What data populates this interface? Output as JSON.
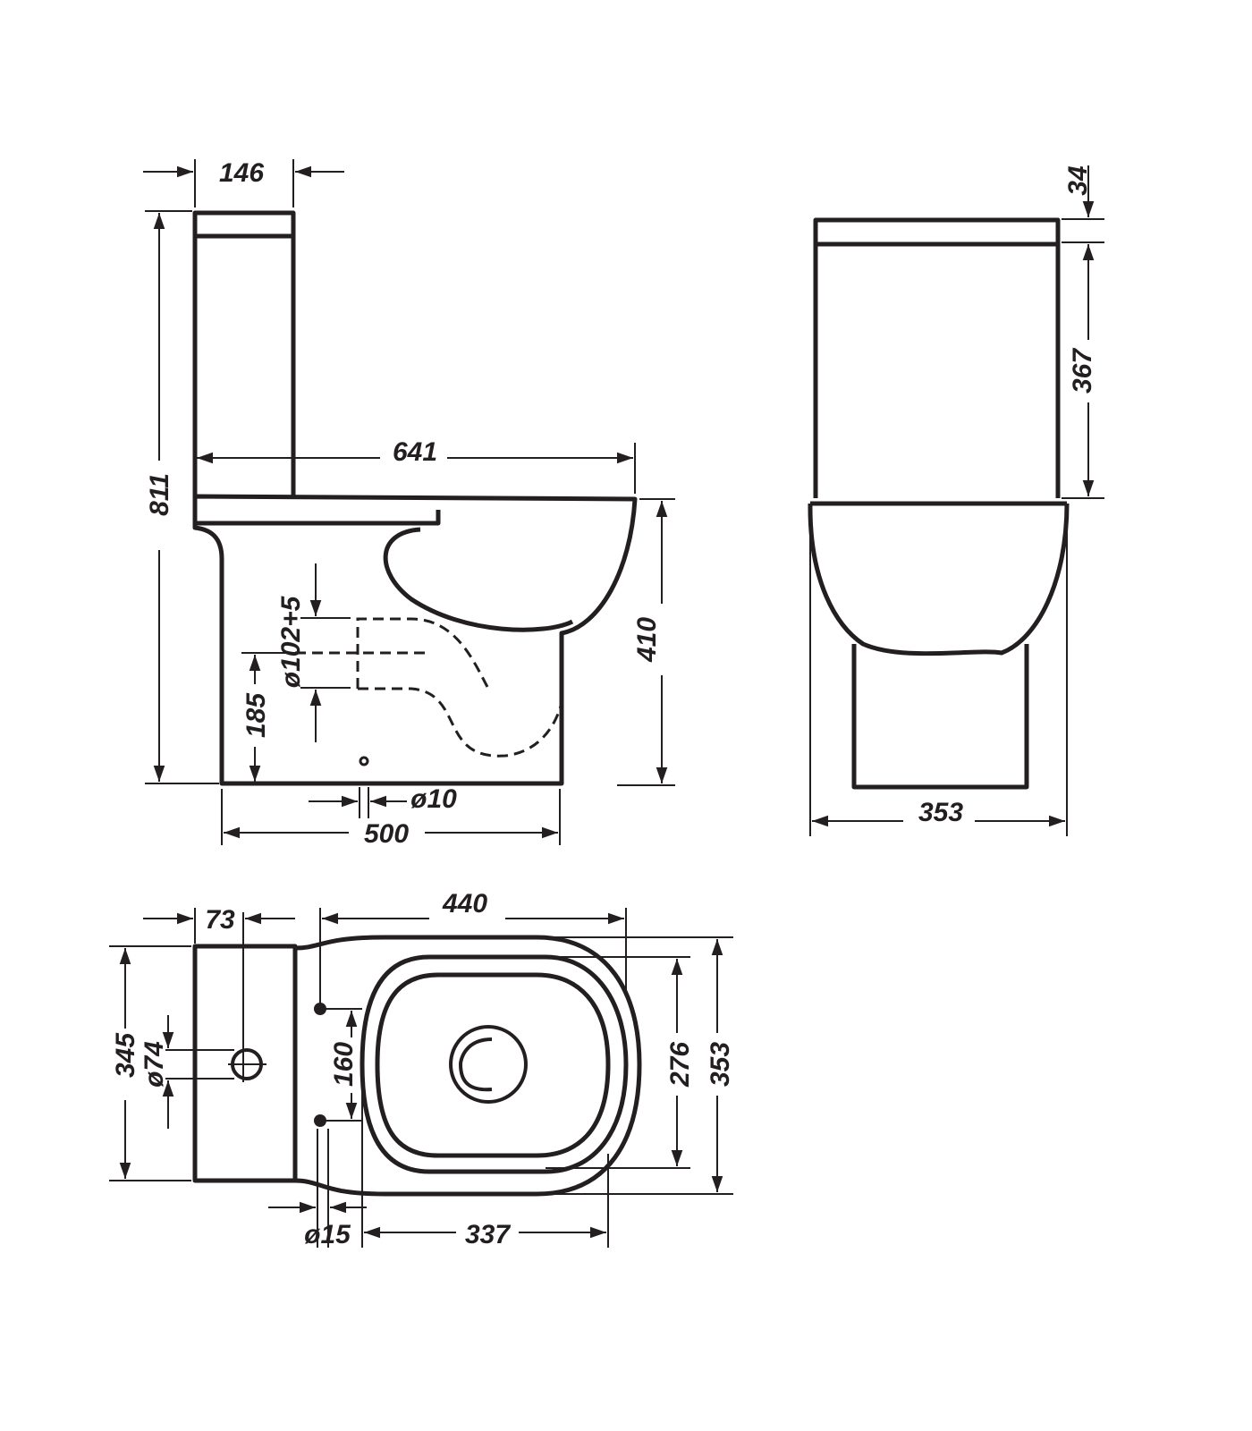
{
  "title": "Close-coupled toilet dimension drawing",
  "side_view": {
    "tank_depth": "146",
    "total_height": "811",
    "total_depth": "641",
    "seat_height": "410",
    "outlet_diameter": "ø102+5",
    "outlet_height": "185",
    "fixing_hole": "ø10",
    "base_depth": "500"
  },
  "front_view": {
    "lid_height": "34",
    "tank_height": "367",
    "width": "353"
  },
  "top_view": {
    "tank_offset": "73",
    "bowl_length": "440",
    "tank_width": "345",
    "inlet_diameter": "ø74",
    "fixing_spacing": "160",
    "seat_width": "276",
    "overall_width": "353",
    "fixing_hole": "ø15",
    "fixing_to_front": "337"
  },
  "colors": {
    "line": "#231f20",
    "background": "#ffffff"
  }
}
